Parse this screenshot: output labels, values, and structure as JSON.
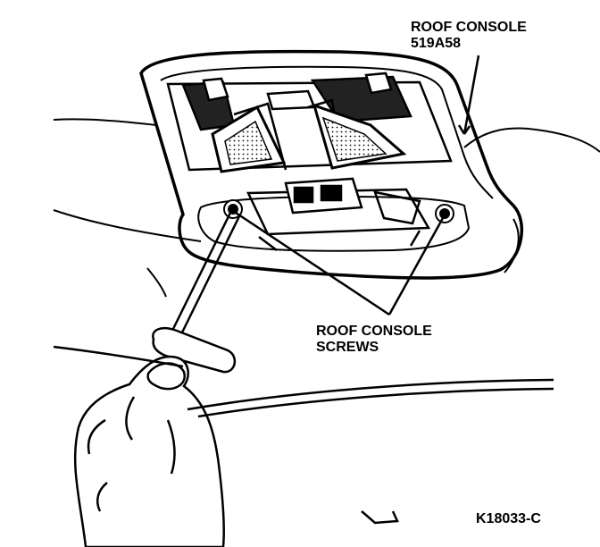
{
  "labels": {
    "roof_console": {
      "line1": "ROOF CONSOLE",
      "line2": "519A58"
    },
    "screws": {
      "line1": "ROOF CONSOLE",
      "line2": "SCREWS"
    },
    "figure_id": "K18033-C"
  },
  "colors": {
    "ink": "#000000",
    "paper": "#ffffff",
    "stipple": "#444444"
  }
}
